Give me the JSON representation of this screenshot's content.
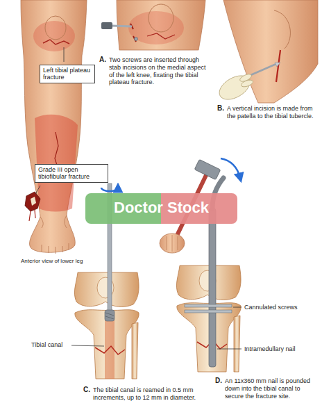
{
  "diagram": {
    "nodes": [
      {
        "text": [
          "Left tibial plateau fracture"
        ]
      },
      {
        "text": [
          "Grade III open tibiofibular fracture"
        ]
      }
    ],
    "labels": [
      "Anterior view of lower leg",
      "A.",
      "Two screws are inserted through stab incisions on the medial aspect of the left knee, fixating the tibial plateau fracture.",
      "B.",
      "A vertical incision is made from the patella to the tibial tubercle.",
      "Doctor Stock",
      "Tibial canal",
      "C.",
      "The tibial canal is reamed in 0.5 mm increments, up to 12 mm in diameter.",
      "Cannulated screws",
      "Intramedullary nail",
      "D.",
      "An 11x360 mm nail is pounded down into the tibial canal to secure the fracture site."
    ]
  }
}
